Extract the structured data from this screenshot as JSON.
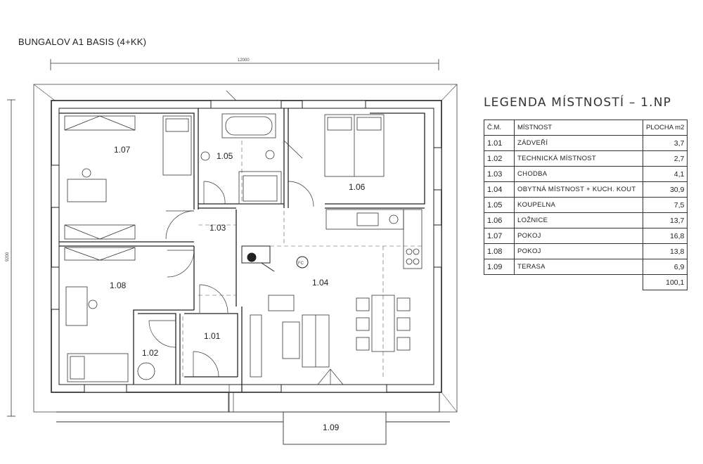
{
  "title": "BUNGALOV A1 BASIS (4+KK)",
  "dimensions": {
    "width_label": "12000",
    "height_label": "9200"
  },
  "legend": {
    "title": "LEGENDA MÍSTNOSTÍ – 1.NP",
    "headers": {
      "number": "Č.M.",
      "room": "MÍSTNOST",
      "area": "PLOCHA m2"
    },
    "rows": [
      {
        "number": "1.01",
        "room": "ZÁDVEŘÍ",
        "area": "3,7"
      },
      {
        "number": "1.02",
        "room": "TECHNICKÁ MÍSTNOST",
        "area": "2,7"
      },
      {
        "number": "1.03",
        "room": "CHODBA",
        "area": "4,1"
      },
      {
        "number": "1.04",
        "room": "OBYTNÁ MÍSTNOST + KUCH. KOUT",
        "area": "30,9"
      },
      {
        "number": "1.05",
        "room": "KOUPELNA",
        "area": "7,5"
      },
      {
        "number": "1.06",
        "room": "LOŽNICE",
        "area": "13,7"
      },
      {
        "number": "1.07",
        "room": "POKOJ",
        "area": "16,8"
      },
      {
        "number": "1.08",
        "room": "POKOJ",
        "area": "13,8"
      },
      {
        "number": "1.09",
        "room": "TERASA",
        "area": "6,9"
      }
    ],
    "total": "100,1"
  },
  "rooms": {
    "r101": "1.01",
    "r102": "1.02",
    "r103": "1.03",
    "r104": "1.04",
    "r105": "1.05",
    "r106": "1.06",
    "r107": "1.07",
    "r108": "1.08",
    "r109": "1.09"
  },
  "symbols": {
    "flue": "FC"
  }
}
